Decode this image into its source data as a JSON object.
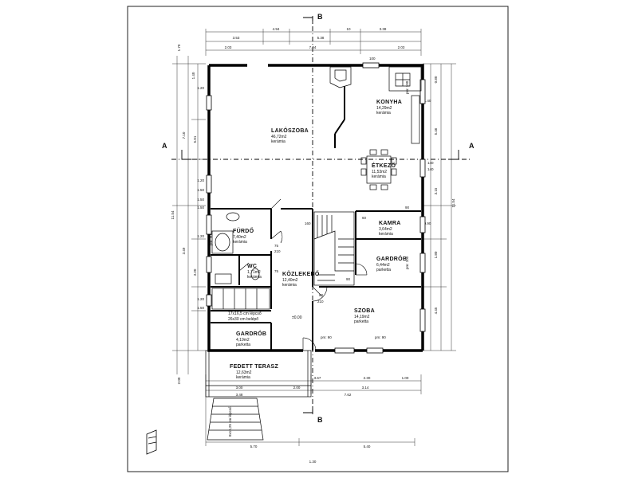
{
  "rooms": [
    {
      "name": "LAKÓSZOBA",
      "area": "46,72m2",
      "floor": "kerámia"
    },
    {
      "name": "KONYHA",
      "area": "14,29m2",
      "floor": "kerámia"
    },
    {
      "name": "ÉTKEZŐ",
      "area": "11,53m2",
      "floor": "kerámia"
    },
    {
      "name": "FÜRDŐ",
      "area": "7,40m2",
      "floor": "kerámia"
    },
    {
      "name": "KAMRA",
      "area": "3,64m2",
      "floor": "kerámia"
    },
    {
      "name": "GARDRÓB",
      "area": "6,44m2",
      "floor": "parketta"
    },
    {
      "name": "WC",
      "area": "1,71m2",
      "floor": "kerámia"
    },
    {
      "name": "KÖZLEKEDŐ",
      "area": "12,40m2",
      "floor": "kerámia"
    },
    {
      "name": "SZOBA",
      "area": "14,19m2",
      "floor": "parketta"
    },
    {
      "name": "GARDRÓB",
      "area": "4,19m2",
      "floor": "parketta"
    },
    {
      "name": "FEDETT TERASZ",
      "area": "12,63m2",
      "floor": "kerámia"
    }
  ],
  "sections": {
    "a": "A",
    "b": "B"
  },
  "dimensions": {
    "top": [
      "4.94",
      "10",
      "5.38",
      "3.38",
      "3.53",
      "2.03",
      "7.04",
      "2.03"
    ],
    "bottom": [
      "2.00",
      "3.67",
      "2.30",
      "1.00",
      "3.00",
      "3.14",
      "3.48",
      "7.62",
      "5.70",
      "5.40",
      "1.30"
    ],
    "left": [
      "1.70",
      "1.40",
      "1.20",
      "7.10",
      "5.01",
      "1.20",
      "1.50",
      "1.50",
      "11.54",
      "1.50",
      "3.49",
      "1.20",
      "3.20",
      "1.20",
      "1.50",
      "2.00"
    ],
    "right": [
      "0.80",
      "5.46",
      "1.40",
      "3.15",
      "11.54",
      "0.90",
      "1.80",
      "4.45"
    ]
  },
  "notes": {
    "stair1": "17x16,5 cm lépcső",
    "stair2": "26x30 cm belépő",
    "level": "±0.00",
    "steps": "8x16,25 cm lépcső",
    "door_sizes": [
      "pm: 90",
      "pm: 90",
      "pm: 90",
      "pm: 100",
      "pm: 100"
    ],
    "openings": [
      "100",
      "90",
      "75",
      "75",
      "90",
      "210",
      "210",
      "60",
      "90",
      "140",
      "140",
      "160"
    ]
  }
}
